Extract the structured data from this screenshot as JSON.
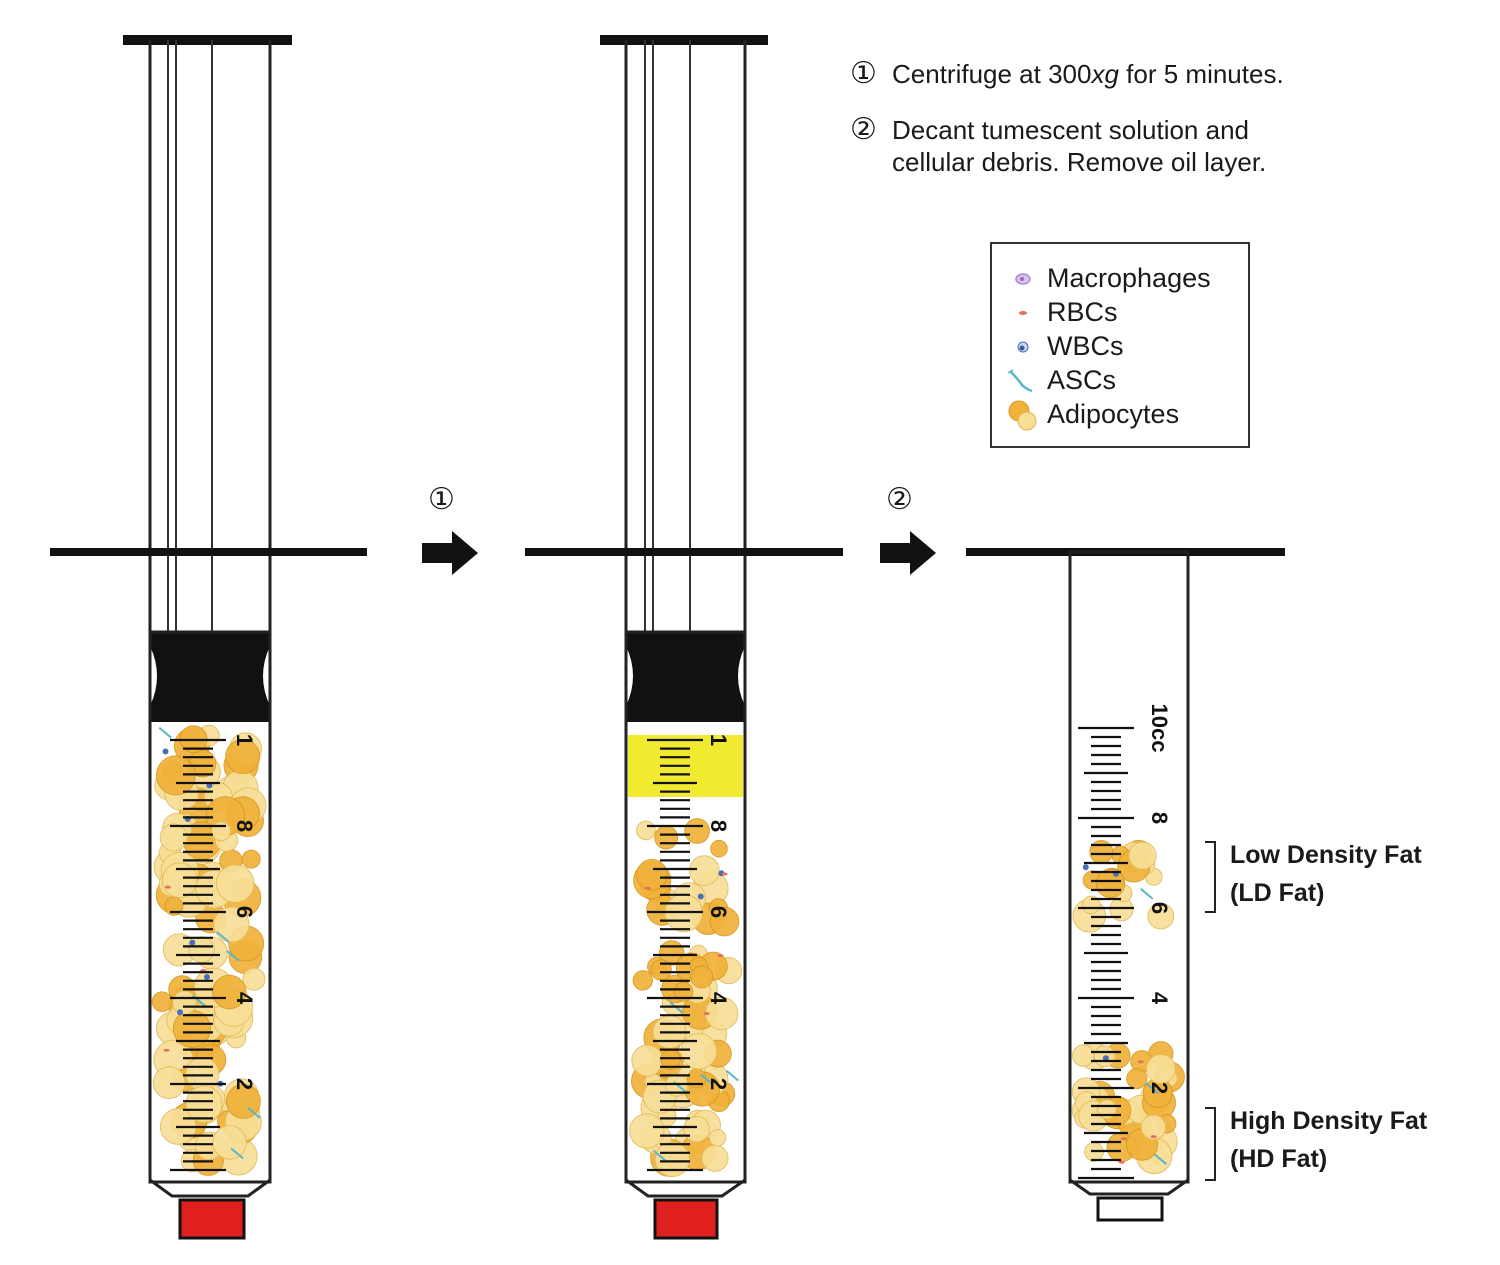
{
  "steps": [
    {
      "number": "①",
      "text_html": "Centrifuge at 300<i>xg</i> for 5 minutes."
    },
    {
      "number": "②",
      "text_html": "Decant tumescent solution and<br>cellular debris. Remove oil layer."
    }
  ],
  "legend": [
    {
      "label": "Macrophages",
      "icon": "macrophage-icon",
      "color": "#b58ad1"
    },
    {
      "label": "RBCs",
      "icon": "rbc-icon",
      "color": "#e8705a"
    },
    {
      "label": "WBCs",
      "icon": "wbc-icon",
      "color": "#4a6fb5"
    },
    {
      "label": "ASCs",
      "icon": "asc-icon",
      "color": "#58b6c9"
    },
    {
      "label": "Adipocytes",
      "icon": "adipocyte-icon",
      "color": "#f0b23a"
    }
  ],
  "arrows": [
    {
      "label": "①"
    },
    {
      "label": "②"
    }
  ],
  "syringe_scale": {
    "major_labels": [
      "1",
      "8",
      "6",
      "4",
      "2"
    ]
  },
  "tube_scale": {
    "major_labels": [
      "10cc",
      "8",
      "6",
      "4",
      "2"
    ]
  },
  "brackets": [
    {
      "line1": "Low Density Fat",
      "line2": "(LD Fat)"
    },
    {
      "line1": "High Density Fat",
      "line2": "(HD Fat)"
    }
  ],
  "colors": {
    "stopper": "#111111",
    "cap": "#e0201e",
    "oil_layer": "#f2ea2e",
    "adipocyte": "#f0b23a",
    "adipocyte_light": "#f8df98"
  }
}
